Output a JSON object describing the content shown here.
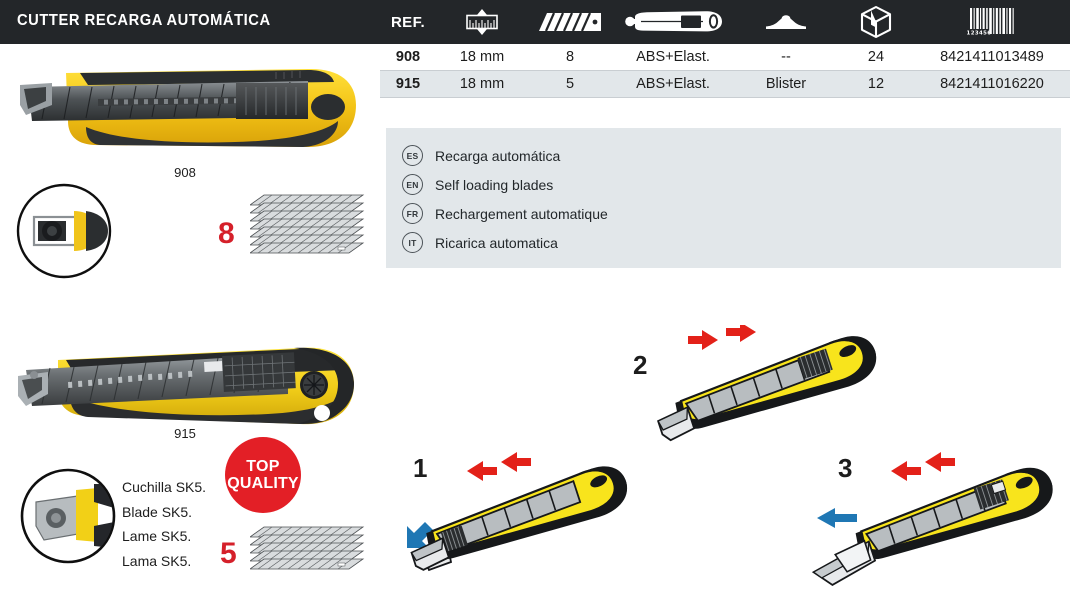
{
  "header": {
    "title": "CUTTER RECARGA AUTOMÁTICA",
    "bg_color": "#232629",
    "text_color": "#ffffff"
  },
  "table": {
    "columns": [
      {
        "key": "ref",
        "label": "REF.",
        "icon": "text-label"
      },
      {
        "key": "size",
        "label": "",
        "icon": "ruler-width-icon"
      },
      {
        "key": "blades",
        "label": "",
        "icon": "blade-segments-icon"
      },
      {
        "key": "mat",
        "label": "",
        "icon": "cutter-knife-icon"
      },
      {
        "key": "pack",
        "label": "",
        "icon": "blister-pack-icon"
      },
      {
        "key": "qty",
        "label": "",
        "icon": "carton-box-icon"
      },
      {
        "key": "bar",
        "label": "",
        "icon": "barcode-icon"
      }
    ],
    "rows": [
      {
        "ref": "908",
        "size": "18 mm",
        "blades": "8",
        "mat": "ABS+Elast.",
        "pack": "--",
        "qty": "24",
        "bar": "8421411013489"
      },
      {
        "ref": "915",
        "size": "18 mm",
        "blades": "5",
        "mat": "ABS+Elast.",
        "pack": "Blister",
        "qty": "12",
        "bar": "8421411016220"
      }
    ]
  },
  "description": {
    "bg_color": "#e2e7ea",
    "items": [
      {
        "lang": "ES",
        "text": "Recarga automática"
      },
      {
        "lang": "EN",
        "text": "Self loading blades"
      },
      {
        "lang": "FR",
        "text": "Rechargement automatique"
      },
      {
        "lang": "IT",
        "text": "Ricarica automatica"
      }
    ]
  },
  "products": [
    {
      "ref_caption": "908",
      "blade_count": "8"
    },
    {
      "ref_caption": "915",
      "blade_count": "5"
    }
  ],
  "blade_material": {
    "lines": [
      "Cuchilla SK5.",
      "Blade SK5.",
      "Lame SK5.",
      "Lama SK5."
    ]
  },
  "badge": {
    "line1": "TOP",
    "line2": "QUALITY",
    "color": "#e31f26",
    "text_color": "#ffffff"
  },
  "steps": [
    {
      "number": "1",
      "arrow_red": "left",
      "arrow_blue": "down-left"
    },
    {
      "number": "2",
      "arrow_red": "right"
    },
    {
      "number": "3",
      "arrow_red": "left",
      "arrow_blue": "left"
    }
  ],
  "colors": {
    "yellow": "#f5e01e",
    "dark": "#1a1a1a",
    "red_accent": "#d5202a",
    "blue_arrow": "#1f77b4",
    "steel": "#c9ced2"
  }
}
